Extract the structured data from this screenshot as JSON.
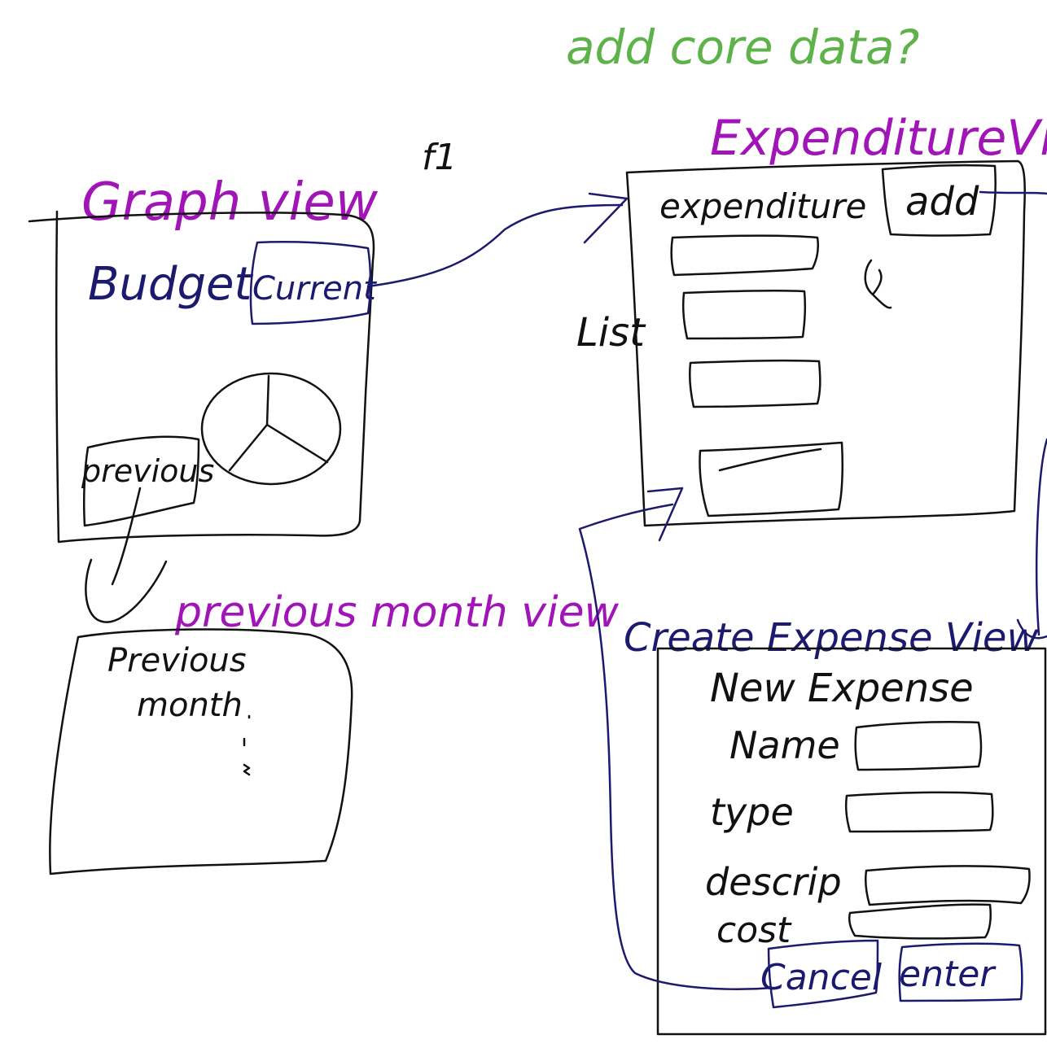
{
  "colors": {
    "black": "#111111",
    "navy": "#1c1a6e",
    "purple": "#a114b8",
    "green": "#5db34a"
  },
  "note": {
    "add_core_data": "add core data?",
    "f1": "f1"
  },
  "graph_view": {
    "title": "Graph view",
    "budget_label": "Budget",
    "current_button": "Current",
    "previous_button": "previous"
  },
  "previous_month_view": {
    "title": "previous month view",
    "heading_line1": "Previous",
    "heading_line2": "month"
  },
  "expenditure_view": {
    "title": "ExpenditureView",
    "heading": "expenditure",
    "add_button": "add",
    "list_label": "List"
  },
  "create_expense_view": {
    "title": "Create Expense View",
    "heading": "New Expense",
    "fields": [
      {
        "label": "Name"
      },
      {
        "label": "type"
      },
      {
        "label": "descrip"
      },
      {
        "label": "cost"
      }
    ],
    "cancel_button": "Cancel",
    "enter_button": "enter"
  }
}
